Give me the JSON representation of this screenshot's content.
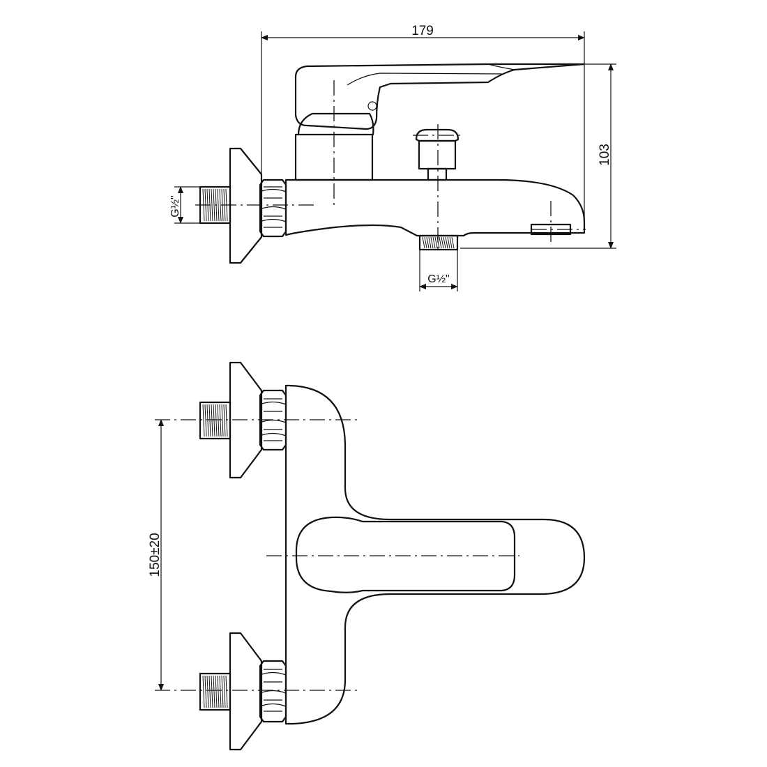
{
  "dimensions": {
    "overall_length": "179",
    "overall_height": "103",
    "inlet_thread": "G½\"",
    "outlet_thread": "G½\"",
    "inlet_spacing": "150±20"
  },
  "colors": {
    "line": "#111111",
    "background": "#ffffff"
  }
}
